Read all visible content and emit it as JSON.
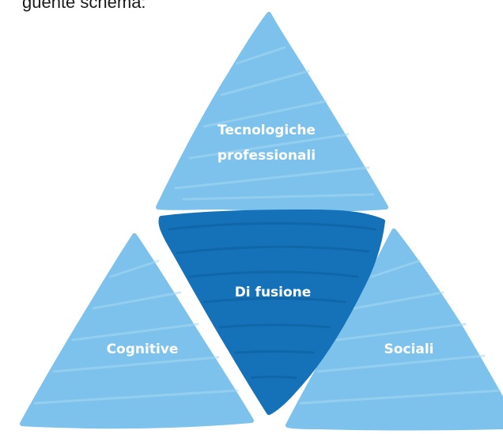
{
  "intro": {
    "text": "guente schema:"
  },
  "colors": {
    "light": "#7cc2ec",
    "dark": "#1572b8",
    "label": "#ffffff"
  },
  "diagram": {
    "top": {
      "label_line1": "Tecnologiche",
      "label_line2": "professionali"
    },
    "center": {
      "label": "Di fusione"
    },
    "left": {
      "label": "Cognitive"
    },
    "right": {
      "label": "Sociali"
    }
  }
}
